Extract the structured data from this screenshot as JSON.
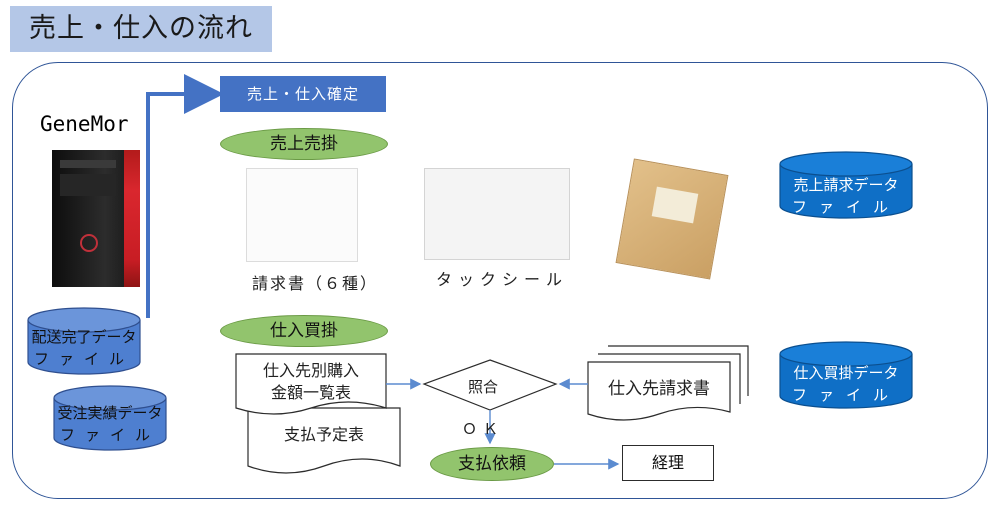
{
  "title": "売上・仕入の流れ",
  "system_name": "GeneMor",
  "confirm_label": "売上・仕入確定",
  "sales": {
    "header": "売上売掛",
    "invoice_label": "請求書（６種）",
    "tack_label": "タックシール",
    "db_line1": "売上請求データ",
    "db_line2": "ファイル"
  },
  "purchase": {
    "header": "仕入買掛",
    "doc1_line1": "仕入先別購入",
    "doc1_line2": "金額一覧表",
    "doc2": "支払予定表",
    "decision": "照合",
    "supplier_invoice": "仕入先請求書",
    "ok_label": "ＯＫ",
    "payment": "支払依頼",
    "accounting": "経理",
    "db_line1": "仕入買掛データ",
    "db_line2": "ファイル"
  },
  "source_files": {
    "shipping_line1": "配送完了データ",
    "shipping_line2": "ファイル",
    "orders_line1": "受注実績データ",
    "orders_line2": "ファイル"
  },
  "colors": {
    "title_bg": "#b4c7e7",
    "frame": "#2f5597",
    "confirm_bg": "#4472c4",
    "pill_green": "#92c46d",
    "db_dark_blue": "#0f6fc6",
    "db_light_blue": "#4e7fd0"
  }
}
